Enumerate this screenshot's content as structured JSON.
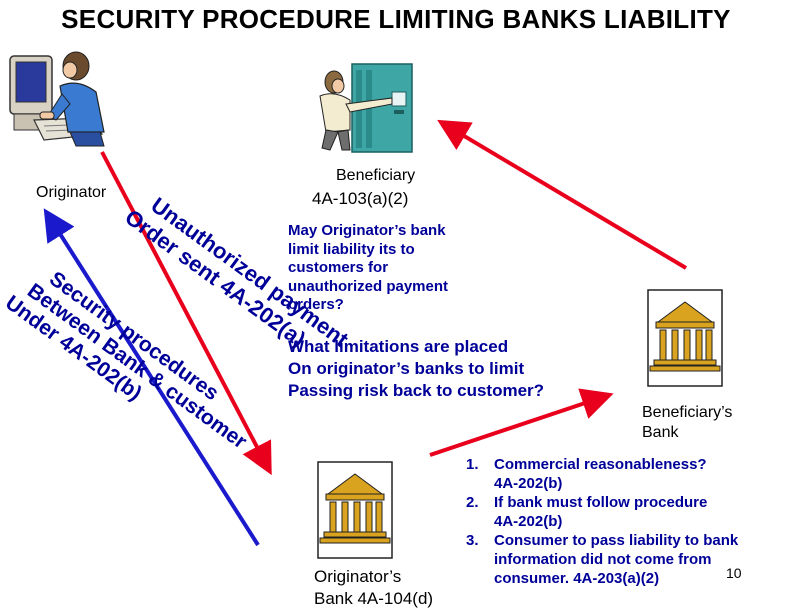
{
  "title": "SECURITY PROCEDURE LIMITING BANKS LIABILITY",
  "nodes": {
    "originator": "Originator",
    "beneficiary": "Beneficiary",
    "beneficiary_cite": "4A-103(a)(2)",
    "beneficiary_bank_line1": "Beneficiary’s",
    "beneficiary_bank_line2": "Bank",
    "originators_bank_line1": "Originator’s",
    "originators_bank_line2": "Bank 4A-104(d)"
  },
  "arrow_labels": {
    "red": [
      "Unauthorized payment",
      "Order sent 4A-202(a)"
    ],
    "blue": [
      "Security procedures",
      "Between Bank & customer",
      "Under 4A-202(b)"
    ]
  },
  "question": [
    "May Originator’s bank",
    "limit  liability its to",
    "customers for",
    "unauthorized payment",
    "orders?"
  ],
  "limits_question": [
    "What limitations are placed",
    "On originator’s banks to limit",
    "Passing risk back to customer?"
  ],
  "conditions": [
    {
      "num": "1.",
      "lines": [
        "Commercial reasonableness?",
        "4A-202(b)"
      ]
    },
    {
      "num": "2.",
      "lines": [
        "If bank must follow procedure",
        "4A-202(b)"
      ]
    },
    {
      "num": "3.",
      "lines": [
        "Consumer to pass liability to bank",
        "information did not come from",
        "consumer. 4A-203(a)(2)"
      ]
    }
  ],
  "page_number": "10",
  "colors": {
    "red_arrow": "#e8001c",
    "blue_arrow": "#1a1acc",
    "text_blue": "#000099"
  },
  "icons": [
    "computer-user-icon",
    "atm-user-icon",
    "bank-building-icon"
  ]
}
